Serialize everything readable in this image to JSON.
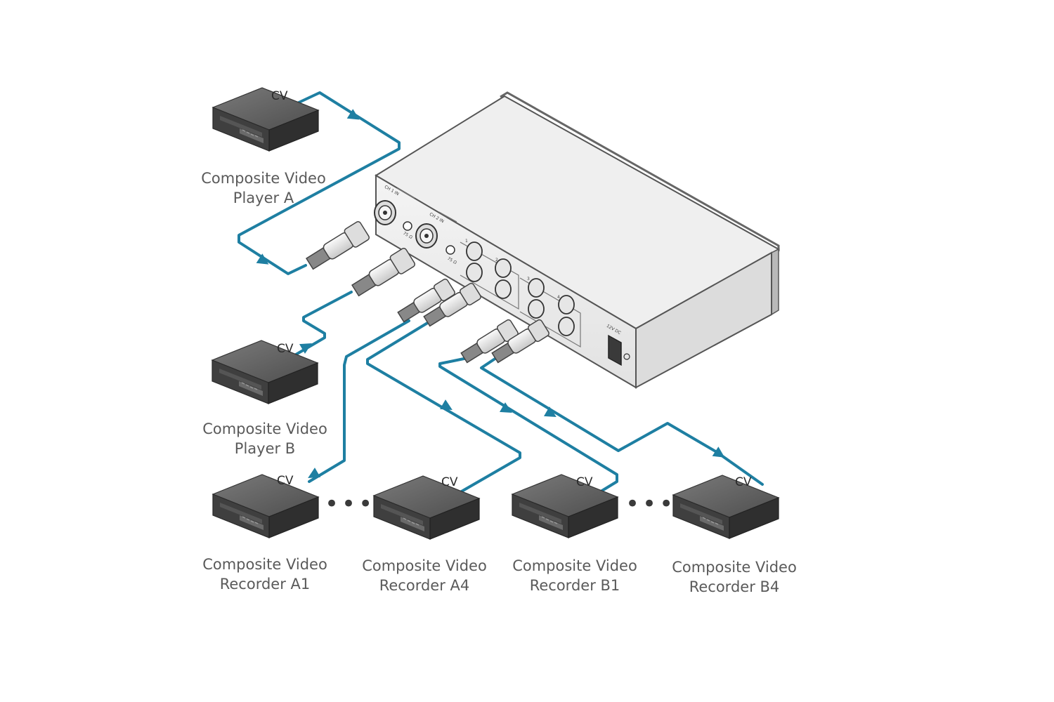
{
  "devices": {
    "player_a": {
      "line1": "Composite Video",
      "line2": "Player A",
      "port": "CV"
    },
    "player_b": {
      "line1": "Composite Video",
      "line2": "Player B",
      "port": "CV"
    },
    "recorder_a1": {
      "line1": "Composite Video",
      "line2": "Recorder A1",
      "port": "CV"
    },
    "recorder_a4": {
      "line1": "Composite Video",
      "line2": "Recorder A4",
      "port": "CV"
    },
    "recorder_b1": {
      "line1": "Composite Video",
      "line2": "Recorder B1",
      "port": "CV"
    },
    "recorder_b4": {
      "line1": "Composite Video",
      "line2": "Recorder B4",
      "port": "CV"
    }
  },
  "ellipsis": "•••",
  "distributor": {
    "ch1_label": "CH 1 IN",
    "ch2_label": "CH 2 IN",
    "term_label": "75 Ω",
    "power_label": "12V DC",
    "outputs": [
      "1",
      "2",
      "3",
      "4"
    ]
  },
  "colors": {
    "cable": "#1e7fa2",
    "device_top": "#5a5a5a",
    "device_front": "#3c3c3c",
    "chassis": "#eeeeee",
    "chassis_edge": "#555555",
    "label_text": "#5a5a5a"
  }
}
